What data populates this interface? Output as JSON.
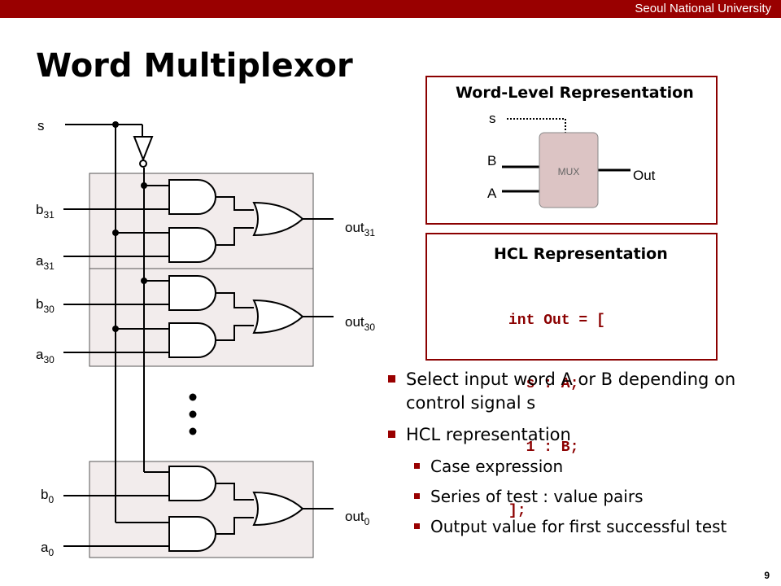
{
  "header": {
    "university": "Seoul National University"
  },
  "slide": {
    "title": "Word Multiplexor",
    "page_number": "9"
  },
  "circuit": {
    "select_label": "s",
    "inputs": {
      "b31": {
        "base": "b",
        "sub": "31"
      },
      "a31": {
        "base": "a",
        "sub": "31"
      },
      "b30": {
        "base": "b",
        "sub": "30"
      },
      "a30": {
        "base": "a",
        "sub": "30"
      },
      "b0": {
        "base": "b",
        "sub": "0"
      },
      "a0": {
        "base": "a",
        "sub": "0"
      }
    },
    "outputs": {
      "out31": {
        "base": "out",
        "sub": "31"
      },
      "out30": {
        "base": "out",
        "sub": "30"
      },
      "out0": {
        "base": "out",
        "sub": "0"
      }
    }
  },
  "word_level": {
    "title": "Word-Level Representation",
    "s_label": "s",
    "b_label": "B",
    "a_label": "A",
    "mux_label": "MUX",
    "out_label": "Out"
  },
  "hcl": {
    "title": "HCL Representation",
    "code_lines": [
      "int Out = [",
      "  s : A;",
      "  1 : B;",
      "];"
    ]
  },
  "bullets": [
    {
      "text": "Select input word A or B depending on control signal s",
      "level": 1
    },
    {
      "text": "HCL representation",
      "level": 1
    },
    {
      "text": "Case expression",
      "level": 2
    },
    {
      "text": "Series of test : value pairs",
      "level": 2
    },
    {
      "text": "Output value for first successful test",
      "level": 2
    }
  ],
  "colors": {
    "header_bar": "#990000",
    "box_border": "#8b0000",
    "code": "#8b0000",
    "mux_fill": "#dcc4c4",
    "slice_fill": "#f2ecec"
  }
}
